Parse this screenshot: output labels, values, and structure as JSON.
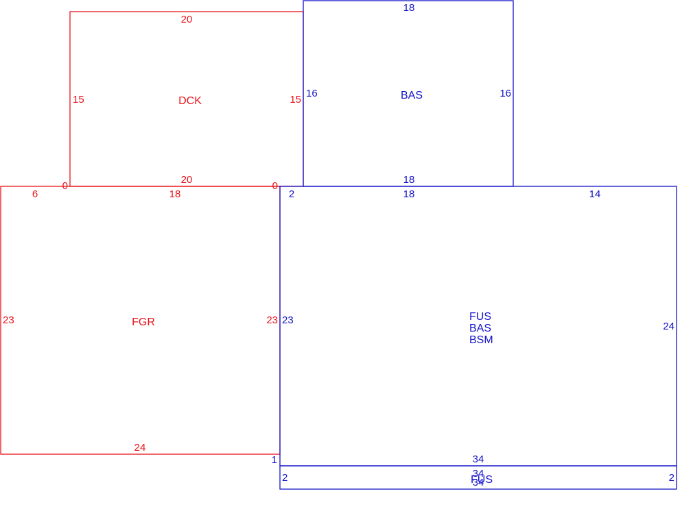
{
  "colors": {
    "red": "#e8141c",
    "blue": "#1414c8"
  },
  "areas": {
    "dck": {
      "label": "DCK",
      "dims": {
        "top": "20",
        "bottom": "20",
        "left": "15",
        "right": "15"
      },
      "corners": {
        "bottom_left": "0",
        "bottom_right": "0"
      }
    },
    "bas_upper": {
      "label": "BAS",
      "dims": {
        "top": "18",
        "bottom": "18",
        "left": "16",
        "right": "16"
      }
    },
    "fgr": {
      "label": "FGR",
      "dims": {
        "top_left": "6",
        "top": "18",
        "left": "23",
        "right": "23",
        "bottom": "24"
      },
      "corners": {
        "bottom_right": "1"
      }
    },
    "fus_main": {
      "labels": [
        "FUS",
        "BAS",
        "BSM"
      ],
      "dims": {
        "top_left": "2",
        "top": "18",
        "top_right": "14",
        "left": "23",
        "right": "24",
        "bottom": "34"
      }
    },
    "fus_strip": {
      "label": "FUS",
      "dims": {
        "left": "2",
        "right": "2",
        "top": "34",
        "bottom": "34"
      }
    }
  }
}
